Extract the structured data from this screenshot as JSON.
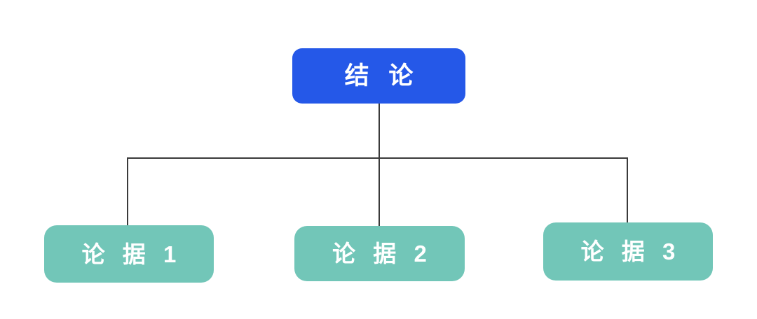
{
  "diagram": {
    "type": "tree",
    "title": "",
    "background_color": "#ffffff",
    "connector_color": "#3a3a3a",
    "root": {
      "id": "conclusion",
      "label": "结 论",
      "fill_color": "#2558e8",
      "text_color": "#ffffff"
    },
    "leaves": [
      {
        "id": "argument-1",
        "label": "论 据 1",
        "fill_color": "#72c6b8",
        "text_color": "#ffffff"
      },
      {
        "id": "argument-2",
        "label": "论 据 2",
        "fill_color": "#72c6b8",
        "text_color": "#ffffff"
      },
      {
        "id": "argument-3",
        "label": "论 据 3",
        "fill_color": "#72c6b8",
        "text_color": "#ffffff"
      }
    ]
  }
}
